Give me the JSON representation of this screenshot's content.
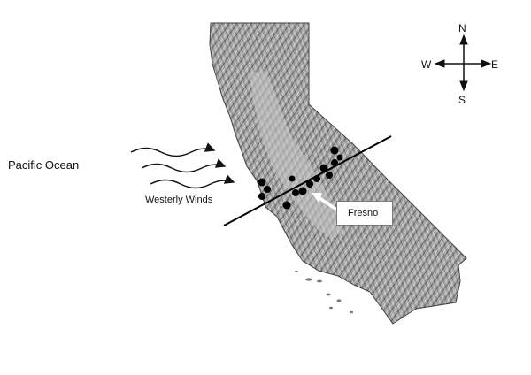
{
  "labels": {
    "ocean": "Pacific Ocean",
    "winds": "Westerly Winds",
    "city": "Fresno"
  },
  "compass": {
    "north": "N",
    "south": "S",
    "east": "E",
    "west": "W"
  },
  "icons": {
    "compass": "compass-rose-icon",
    "wind": "wind-arrow-icon",
    "pointer": "pointer-arrow-icon",
    "site": "site-marker-icon"
  },
  "colors": {
    "land": "#a9a9a9",
    "land_shade": "#6e6e6e",
    "valley": "#c4c4c4",
    "markers": "#000000",
    "ink": "#111111",
    "background": "#ffffff"
  }
}
